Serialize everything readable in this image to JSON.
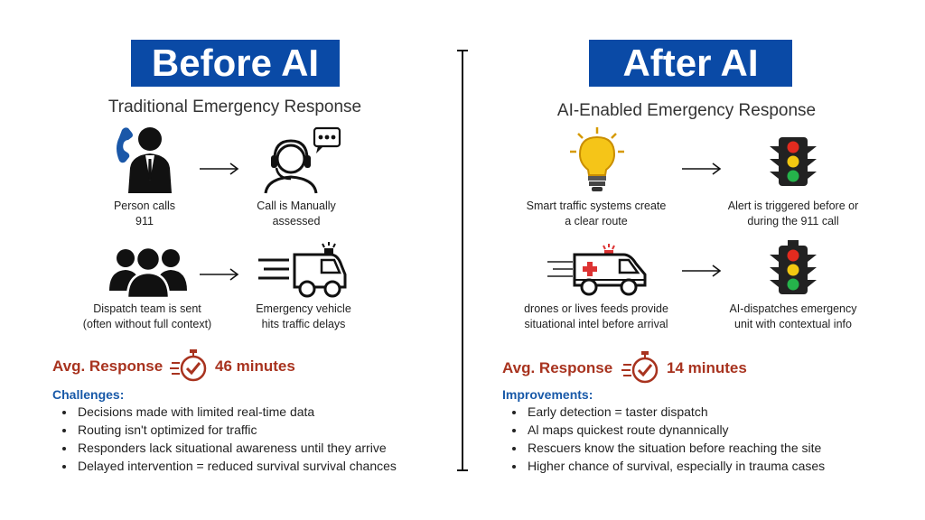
{
  "left": {
    "banner": "Before AI",
    "subtitle": "Traditional Emergency Response",
    "steps": [
      {
        "icon": "person-calling-icon",
        "caption": "Person calls\n911"
      },
      {
        "icon": "operator-headset-icon",
        "caption": "Call is Manually\nassessed"
      },
      {
        "icon": "team-group-icon",
        "caption": "Dispatch team is sent\n(often without full context)"
      },
      {
        "icon": "speeding-vehicle-icon",
        "caption": "Emergency vehicle\nhits traffic delays"
      }
    ],
    "avg_label": "Avg. Response",
    "avg_value": "46 minutes",
    "list_heading": "Challenges:",
    "items": [
      "Decisions made with limited real-time data",
      "Routing isn't optimized for traffic",
      "Responders lack situational awareness until they arrive",
      "Delayed intervention = reduced survival survival chances"
    ]
  },
  "right": {
    "banner": "After AI",
    "subtitle": "AI-Enabled Emergency Response",
    "steps": [
      {
        "icon": "lightbulb-icon",
        "caption": "Smart traffic systems create\na clear route"
      },
      {
        "icon": "traffic-light-icon",
        "caption": "Alert is triggered before or\nduring the 911 call"
      },
      {
        "icon": "ambulance-icon",
        "caption": "drones or lives feeds provide\nsituational intel before arrival"
      },
      {
        "icon": "traffic-light-icon",
        "caption": "AI-dispatches emergency\nunit with contextual info"
      }
    ],
    "avg_label": "Avg. Response",
    "avg_value": "14 minutes",
    "list_heading": "Improvements:",
    "items": [
      "Early detection = taster dispatch",
      "Al maps quickest route dynannically",
      "Rescuers know the situation before reaching the site",
      "Higher chance of survival, especially in trauma cases"
    ]
  },
  "colors": {
    "banner": "#0a4aa6",
    "accent": "#a8331f",
    "heading": "#1859a8"
  }
}
